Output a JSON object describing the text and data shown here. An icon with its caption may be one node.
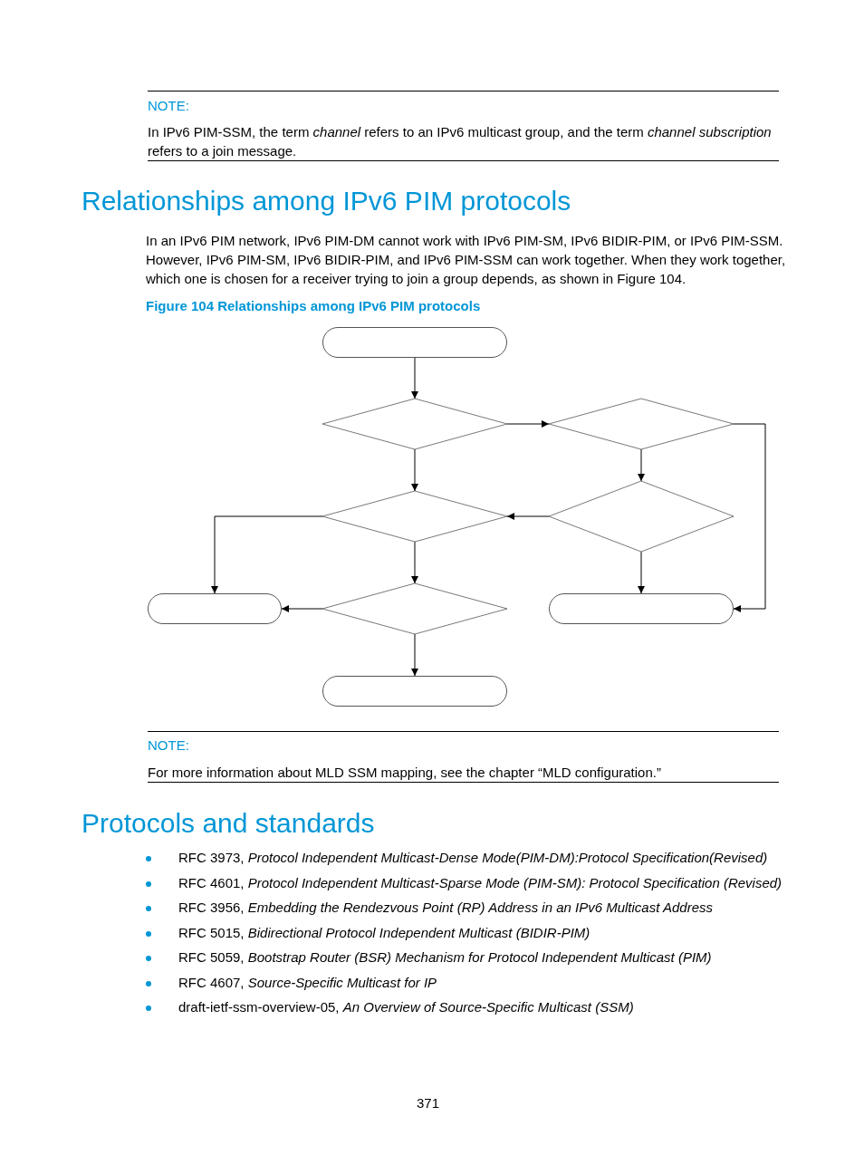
{
  "diagram": {
    "title": "Relationships among IPv6 PIM protocols",
    "caption": "Figure 104 Relationships among IPv6 PIM protocols",
    "nodes": [
      {
        "text": [],
        "shape": "box"
      },
      {
        "text": [],
        "shape": "diamond"
      },
      {
        "text": [],
        "shape": "diamond"
      },
      {
        "text": [],
        "shape": "diamond"
      },
      {
        "text": [],
        "shape": "diamond"
      },
      {
        "text": [],
        "shape": "box"
      },
      {
        "text": [],
        "shape": "diamond"
      },
      {
        "text": [],
        "shape": "box"
      },
      {
        "text": [],
        "shape": "box"
      }
    ],
    "edges": [
      {
        "from": 0,
        "to": 1,
        "arrow": "to"
      },
      {
        "from": 1,
        "to": 2,
        "arrow": "to"
      },
      {
        "from": 2,
        "to": 7,
        "arrow": "to"
      },
      {
        "from": 1,
        "to": 3,
        "arrow": "to"
      },
      {
        "from": 2,
        "to": 4,
        "arrow": "to"
      },
      {
        "from": 4,
        "to": 3,
        "arrow": "to"
      },
      {
        "from": 3,
        "to": 5,
        "arrow": "to"
      },
      {
        "from": 3,
        "to": 6,
        "arrow": "to"
      },
      {
        "from": 4,
        "to": 7,
        "arrow": "to"
      },
      {
        "from": 6,
        "to": 5,
        "arrow": "to"
      },
      {
        "from": 6,
        "to": 8,
        "arrow": "to"
      }
    ],
    "labels": [
      "NOTE:",
      "In IPv6 PIM-SSM, the term *channel* refers to an IPv6 multicast group, and the term *channel subscription* refers to a join message.",
      "In an IPv6 PIM network, IPv6 PIM-DM cannot work with IPv6 PIM-SM, IPv6 BIDIR-PIM, or IPv6 PIM-SSM. However, IPv6 PIM-SM, IPv6 BIDIR-PIM, and IPv6 PIM-SSM can work together. When they work together, which one is chosen for a receiver trying to join a group depends, as shown in Figure 104.",
      "NOTE:",
      "For more information about MLD SSM mapping, see the chapter “MLD configuration.”",
      "Protocols and standards",
      "RFC 3973, *Protocol Independent Multicast-Dense Mode(PIM-DM):Protocol Specification(Revised)*",
      "RFC 4601, *Protocol Independent Multicast-Sparse Mode (PIM-SM): Protocol Specification (Revised)*",
      "RFC 3956, *Embedding the Rendezvous Point (RP) Address in an IPv6 Multicast Address*",
      "RFC 5015, *Bidirectional Protocol Independent Multicast (BIDIR-PIM)*",
      "RFC 5059, *Bootstrap Router (BSR) Mechanism for Protocol Independent Multicast (PIM)*",
      "RFC 4607, *Source-Specific Multicast for IP*",
      "draft-ietf-ssm-overview-05, *An Overview of Source-Specific Multicast (SSM)*",
      "371"
    ]
  }
}
